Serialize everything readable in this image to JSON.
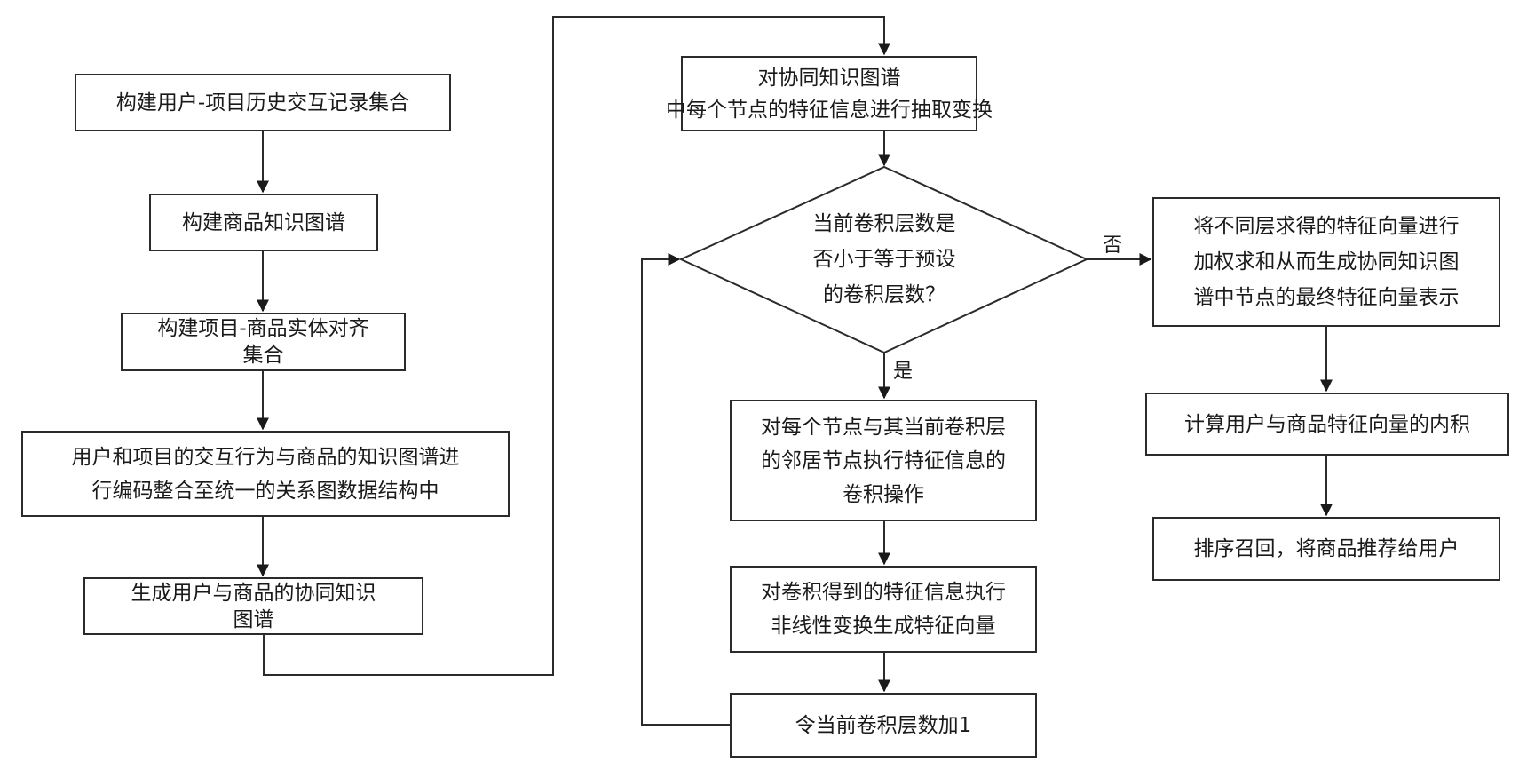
{
  "flowchart": {
    "left_column": {
      "step1": [
        "构建用户-项目历史交互记录集合"
      ],
      "step2": [
        "构建商品知识图谱"
      ],
      "step3": [
        "构建项目-商品实体对齐",
        "集合"
      ],
      "step4": [
        "用户和项目的交互行为与商品的知识图谱进",
        "行编码整合至统一的关系图数据结构中"
      ],
      "step5": [
        "生成用户与商品的协同知识",
        "图谱"
      ]
    },
    "middle_column": {
      "extract": [
        "对协同知识图谱",
        "中每个节点的特征信息进行抽取变换"
      ],
      "decision": [
        "当前卷积层数是",
        "否小于等于预设",
        "的卷积层数？"
      ],
      "yes_label": "是",
      "no_label": "否",
      "convolve": [
        "对每个节点与其当前卷积层",
        "的邻居节点执行特征信息的",
        "卷积操作"
      ],
      "nonlinear": [
        "对卷积得到的特征信息执行",
        "非线性变换生成特征向量"
      ],
      "increment": [
        "令当前卷积层数加1"
      ]
    },
    "right_column": {
      "aggregate": [
        "将不同层求得的特征向量进行",
        "加权求和从而生成协同知识图",
        "谱中节点的最终特征向量表示"
      ],
      "inner_product": [
        "计算用户与商品特征向量的内积"
      ],
      "recommend": [
        "排序召回，将商品推荐给用户"
      ]
    }
  },
  "colors": {
    "line": "#2b2b2b",
    "background": "#ffffff"
  }
}
